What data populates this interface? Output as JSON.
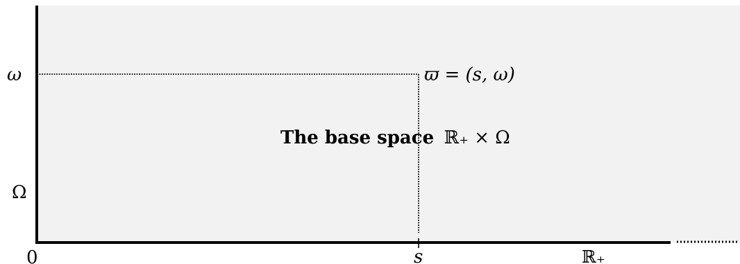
{
  "diagram": {
    "y_label_omega": "ω",
    "y_label_Omega": "Ω",
    "x_label_zero": "0",
    "x_label_s": "s",
    "x_label_Rplus": "ℝ₊",
    "point_label": "ϖ = (s, ω)",
    "center_title_text": "The base space",
    "center_title_math": "ℝ₊ × Ω"
  },
  "colors": {
    "background": "#ffffff",
    "region_fill": "#f2f2f2",
    "axis": "#000000",
    "dotted": "#000000",
    "text": "#000000"
  }
}
